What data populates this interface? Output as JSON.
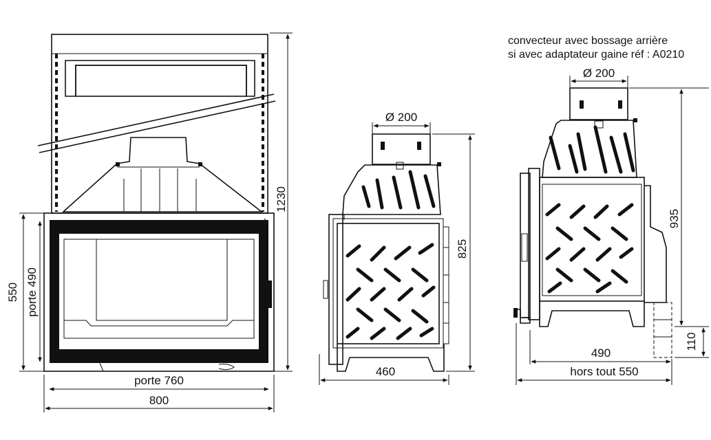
{
  "front_view": {
    "width_label": "800",
    "door_width_label": "porte 760",
    "height_label": "550",
    "door_height_label": "porte 490",
    "total_height_label": "1230"
  },
  "side_view": {
    "flue_label": "Ø 200",
    "depth_label": "460",
    "height_label": "825"
  },
  "side_view_rear": {
    "note_line1": "convecteur avec bossage arrière",
    "note_line2": "si avec adaptateur gaine réf : A0210",
    "flue_label": "Ø 200",
    "depth_label": "490",
    "overall_depth_label": "hors tout 550",
    "height_label": "935",
    "base_height_label": "110"
  }
}
